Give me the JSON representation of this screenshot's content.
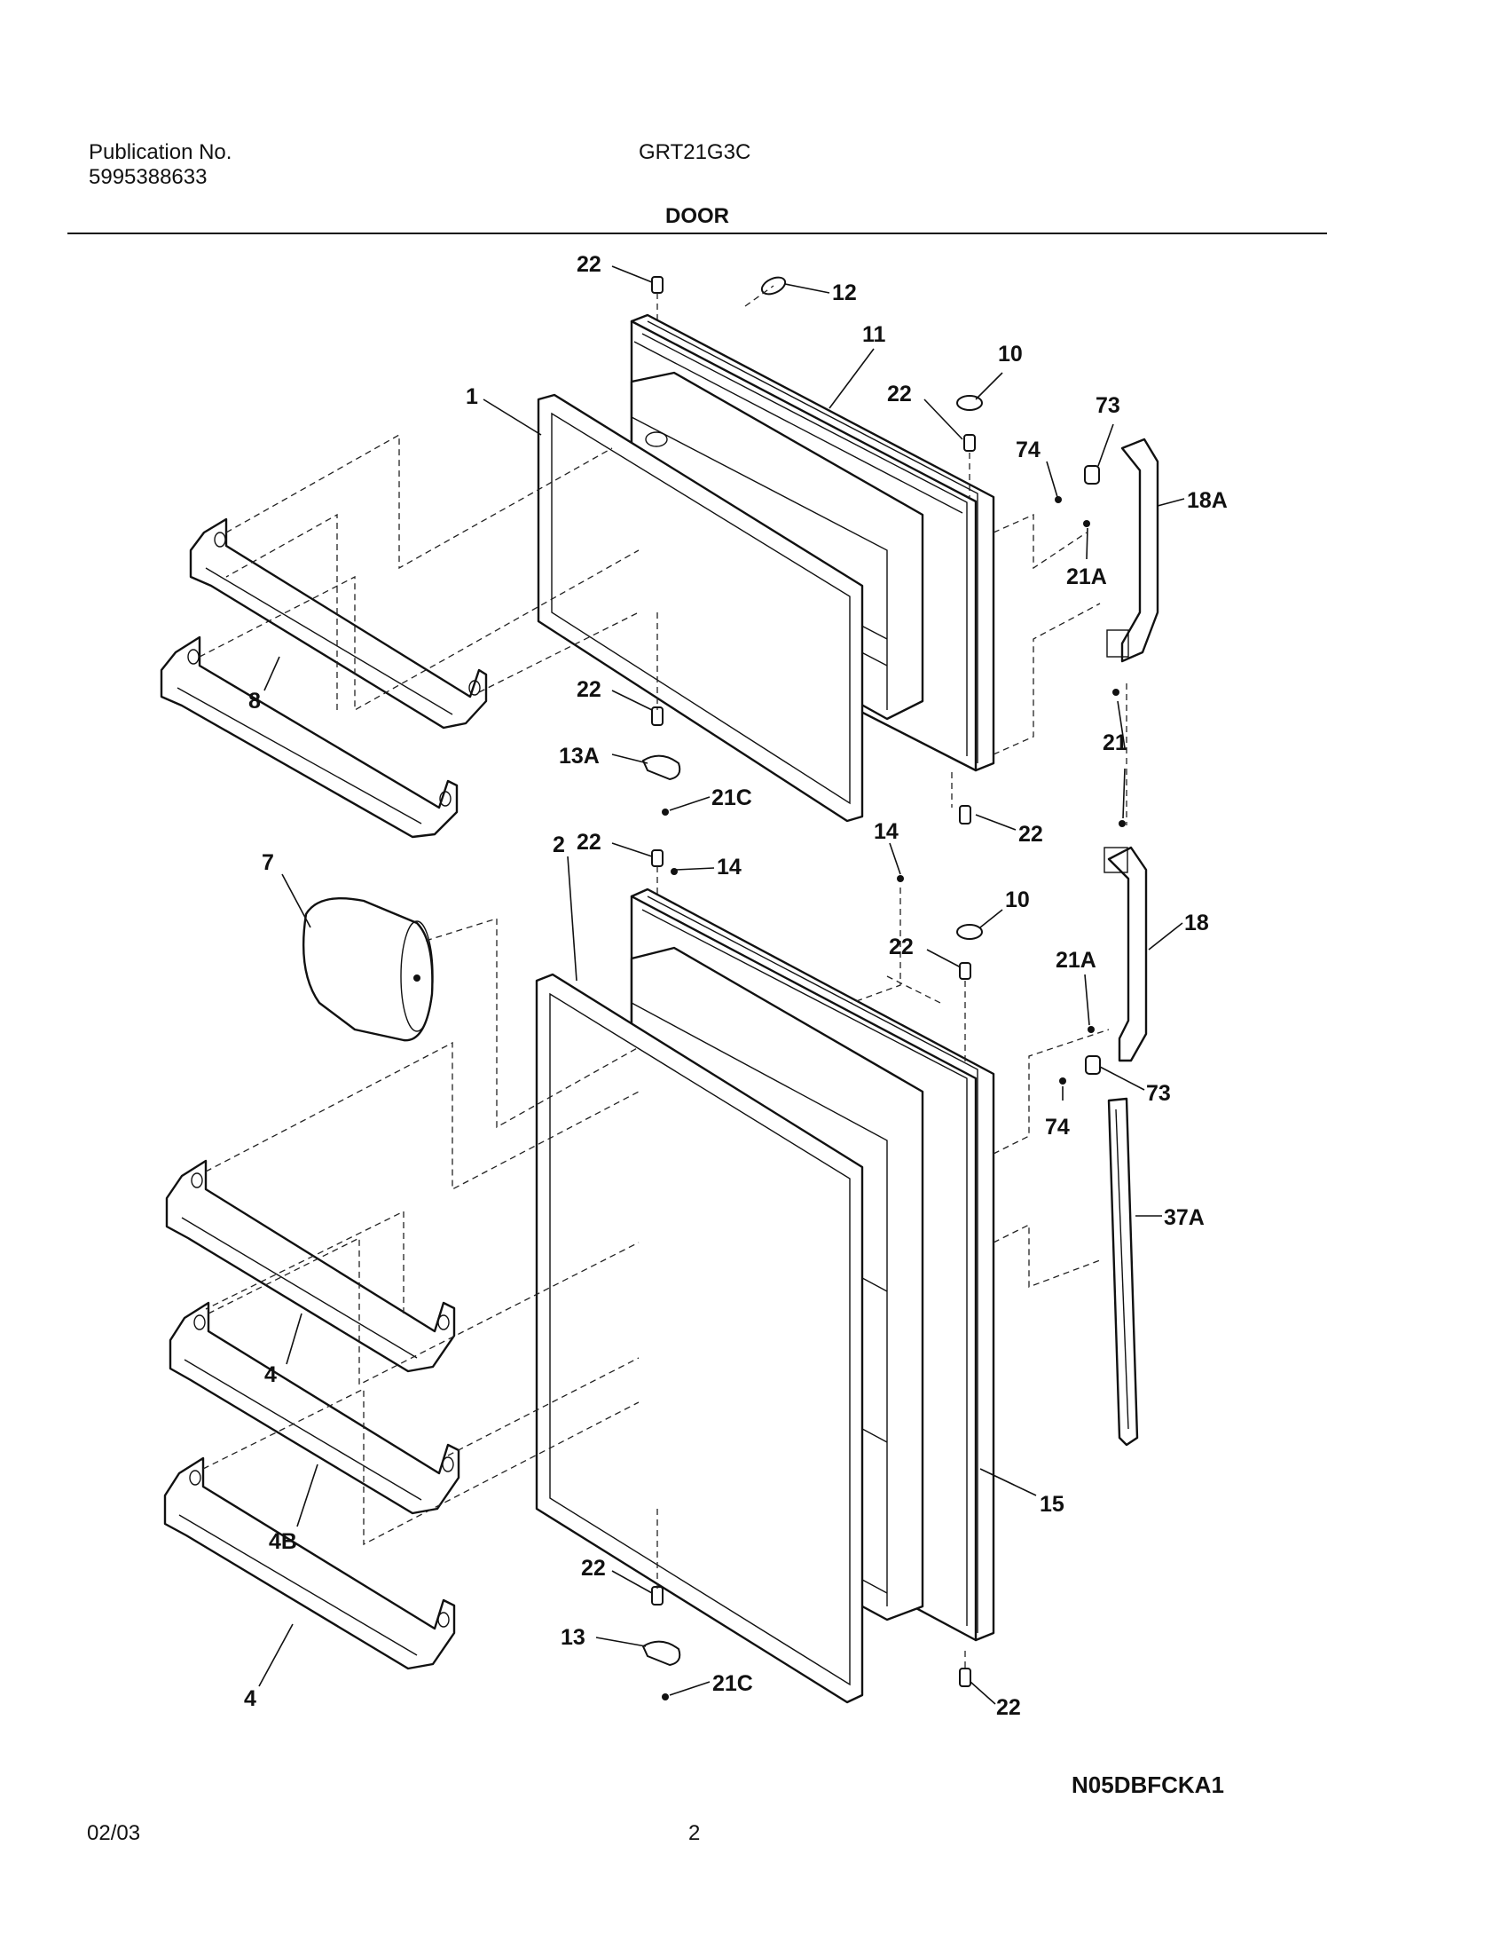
{
  "header": {
    "publication_label": "Publication No.",
    "publication_number": "5995388633",
    "model": "GRT21G3C",
    "section_title": "DOOR"
  },
  "callouts": {
    "c22a": "22",
    "c12": "12",
    "c11": "11",
    "c10a": "10",
    "c22b": "22",
    "c73a": "73",
    "c74a": "74",
    "c18a": "18A",
    "c21a1": "21A",
    "c1": "1",
    "c8": "8",
    "c22c": "22",
    "c13a": "13A",
    "c21c1": "21C",
    "c21": "21",
    "c22d": "22",
    "c14a": "14",
    "c22e": "22",
    "c14b": "14",
    "c7": "7",
    "c2": "2",
    "c10b": "10",
    "c22f": "22",
    "c21a2": "21A",
    "c18": "18",
    "c73b": "73",
    "c74b": "74",
    "c37a": "37A",
    "c4a": "4",
    "c4b": "4B",
    "c15": "15",
    "c22g": "22",
    "c13": "13",
    "c21c2": "21C",
    "c4c": "4",
    "c22h": "22"
  },
  "diagram_code": "N05DBFCKA1",
  "footer": {
    "date": "02/03",
    "page_number": "2"
  }
}
